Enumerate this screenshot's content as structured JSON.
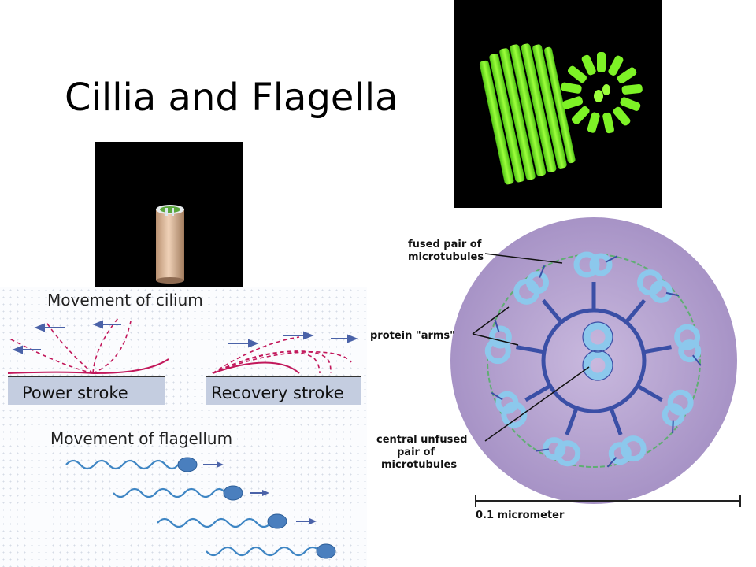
{
  "slide": {
    "title": "Cillia and Flagella"
  },
  "cilium_diagram": {
    "heading": "Movement of cilium",
    "power_stroke": "Power stroke",
    "recovery_stroke": "Recovery stroke"
  },
  "flagellum_diagram": {
    "heading": "Movement of flagellum"
  },
  "cross_section": {
    "label_fused": [
      "fused pair of",
      "microtubules"
    ],
    "label_arms": "protein \"arms\"",
    "label_central": [
      "central unfused",
      "pair of",
      "microtubules"
    ],
    "scale_label": "0.1 micrometer"
  },
  "colors": {
    "cilium_line": "#c2185b",
    "arrow": "#4a62a8",
    "flagellum_wave": "#3f86c4",
    "microtubule": "#8cc8ec",
    "spoke": "#3a4fa6",
    "matrix": "#b9a6d2",
    "green_model": "#7ef226"
  },
  "icons": [
    "cilium-arrow-icon",
    "flagellum-cell-icon"
  ]
}
